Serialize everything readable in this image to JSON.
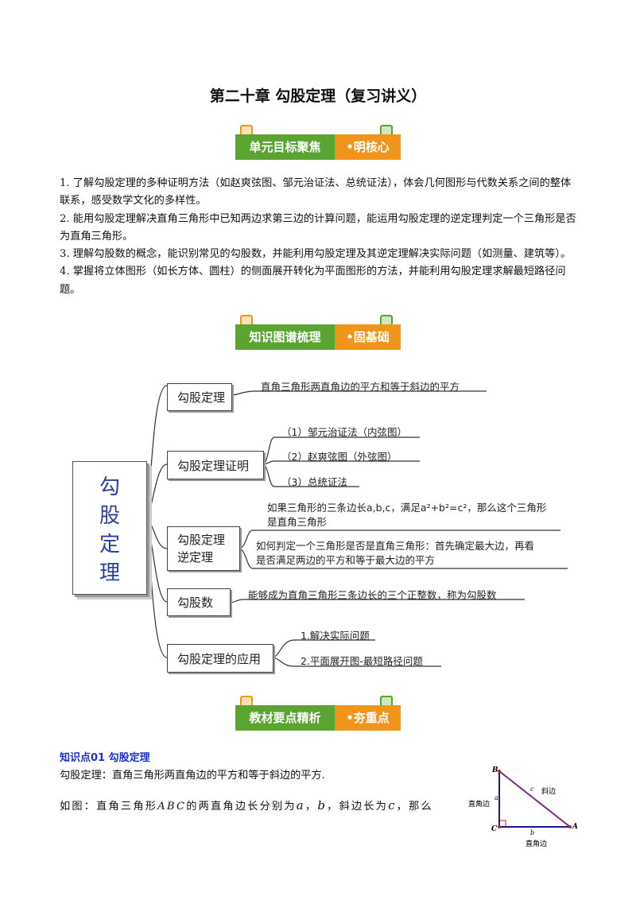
{
  "title": "第二十章  勾股定理（复习讲义）",
  "banners": [
    {
      "left": "单元目标聚焦",
      "right": "•明核心"
    },
    {
      "left": "知识图谱梳理",
      "right": "•固基础"
    },
    {
      "left": "教材要点精析",
      "right": "•夯重点"
    }
  ],
  "goals": [
    "1. 了解勾股定理的多种证明方法（如赵爽弦图、邹元治证法、总统证法），体会几何图形与代数关系之间的整体联系，感受数学文化的多样性。",
    "2. 能用勾股定理解决直角三角形中已知两边求第三边的计算问题，能运用勾股定理的逆定理判定一个三角形是否为直角三角形。",
    "3. 理解勾股数的概念，能识别常见的勾股数，并能利用勾股定理及其逆定理解决实际问题（如测量、建筑等）。",
    "4. 掌握将立体图形（如长方体、圆柱）的侧面展开转化为平面图形的方法，并能利用勾股定理求解最短路径问题。"
  ],
  "mindmap": {
    "root": [
      "勾",
      "股",
      "定",
      "理"
    ],
    "branches": [
      {
        "label": "勾股定理",
        "children": [
          "直角三角形两直角边的平方和等于斜边的平方"
        ]
      },
      {
        "label": "勾股定理证明",
        "children": [
          "（1）邹元治证法（内弦图）",
          "（2）赵爽弦图（外弦图）",
          "（3）总统证法"
        ]
      },
      {
        "label_lines": [
          "勾股定理",
          "逆定理"
        ],
        "children": [
          [
            "如果三角形的三条边长a,b,c，满足a²+b²=c²，那么这个三角形",
            "是直角三角形"
          ],
          [
            "如何判定一个三角形是否是直角三角形：首先确定最大边，再看",
            "是否满足两边的平方和等于最大边的平方"
          ]
        ]
      },
      {
        "label": "勾股数",
        "children": [
          "能够成为直角三角形三条边长的三个正整数，称为勾股数"
        ]
      },
      {
        "label": "勾股定理的应用",
        "children": [
          "1.解决实际问题",
          "2.平面展开图-最短路径问题"
        ]
      }
    ]
  },
  "knowledge": {
    "heading": "知识点01  勾股定理",
    "line1": "勾股定理：直角三角形两直角边的平方和等于斜边的平方.",
    "line2_prefix": "如图：直角三角形",
    "line2_abc": "ABC",
    "line2_mid": "的两直角边长分别为",
    "var_a": "a",
    "var_b": "b",
    "line2_mid2": "，斜边长为",
    "var_c": "c",
    "line2_end": "，那么",
    "comma": "，"
  },
  "triangle": {
    "B": "B",
    "C": "C",
    "A": "A",
    "a": "a",
    "b": "b",
    "c": "c",
    "hyp_label": "斜边",
    "leg_label_left": "直角边",
    "leg_label_bottom": "直角边",
    "colors": {
      "hyp": "#7a2a8a",
      "legs": "#1a1a8a",
      "right_angle": "#b22"
    }
  },
  "colors": {
    "banner_green": "#5aa532",
    "banner_orange": "#f0941c",
    "kp_blue": "#1d2fd6",
    "root_text": "#2b3f9e"
  }
}
